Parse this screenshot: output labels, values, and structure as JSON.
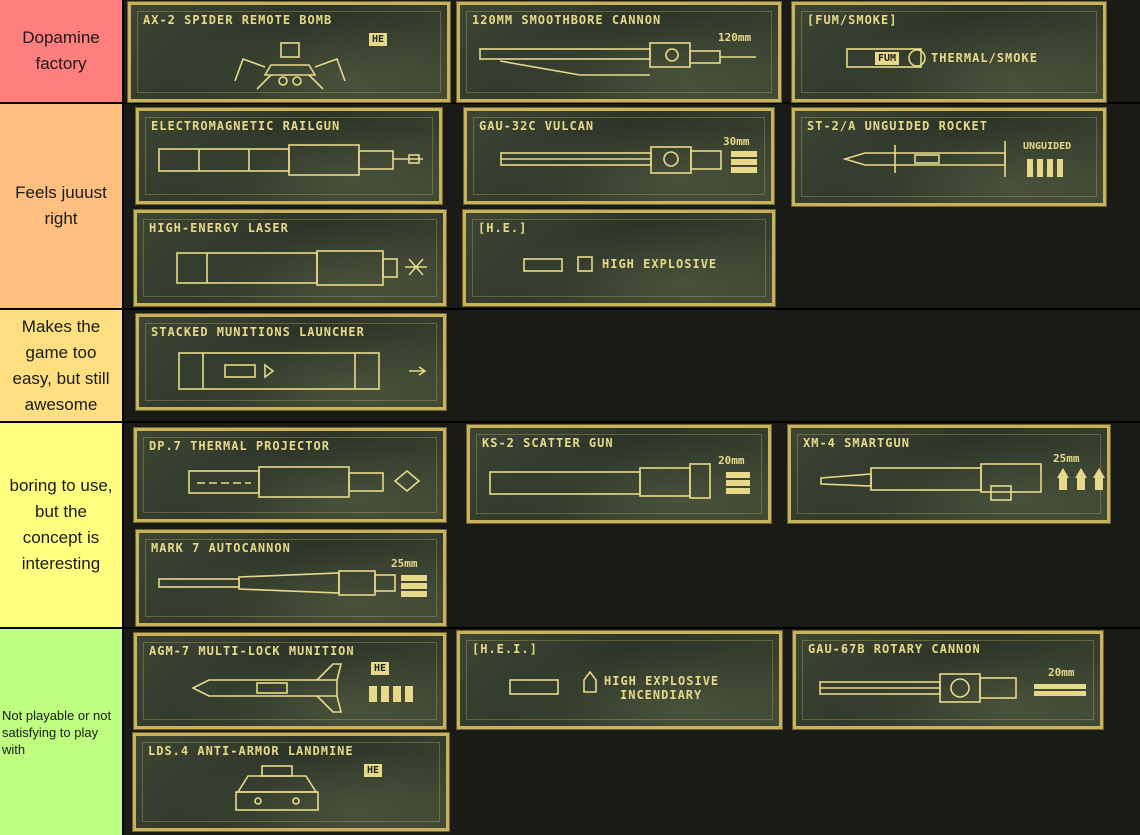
{
  "tiers": [
    {
      "label": "Dopamine factory",
      "color": "#ff7f7f"
    },
    {
      "label": "Feels juuust right",
      "color": "#ffbf7f"
    },
    {
      "label": "Makes the game too easy, but still awesome",
      "color": "#ffdf80"
    },
    {
      "label": "boring to use, but the concept is interesting",
      "color": "#ffff7f"
    },
    {
      "label": "Not playable or not satisfying to play with",
      "color": "#bfff7f"
    }
  ],
  "cards": {
    "spider_bomb": {
      "title": "AX-2 Spider Remote Bomb",
      "badge": "HE"
    },
    "smoothbore": {
      "title": "120mm Smoothbore Cannon",
      "caliber": "120mm"
    },
    "fum_smoke": {
      "title": "[FUM/SMOKE]",
      "text": "THERMAL/SMOKE",
      "tag": "FUM"
    },
    "railgun": {
      "title": "Electromagnetic Railgun"
    },
    "vulcan": {
      "title": "GAU-32C Vulcan",
      "caliber": "30mm"
    },
    "rocket": {
      "title": "ST-2/A Unguided Rocket",
      "text": "UNGUIDED"
    },
    "laser": {
      "title": "High-Energy Laser"
    },
    "he": {
      "title": "[H.E.]",
      "text": "HIGH EXPLOSIVE"
    },
    "stacked": {
      "title": "Stacked Munitions Launcher"
    },
    "thermal": {
      "title": "DP.7 Thermal Projector"
    },
    "scatter": {
      "title": "KS-2 Scatter Gun",
      "caliber": "20mm"
    },
    "smartgun": {
      "title": "XM-4 Smartgun",
      "caliber": "25mm"
    },
    "autocannon": {
      "title": "Mark 7 Autocannon",
      "caliber": "25mm"
    },
    "multilock": {
      "title": "AGM-7 Multi-Lock Munition",
      "badge": "HE"
    },
    "hei": {
      "title": "[H.E.I.]",
      "text1": "HIGH EXPLOSIVE",
      "text2": "INCENDIARY"
    },
    "rotary": {
      "title": "GAU-67B Rotary Cannon",
      "caliber": "20mm"
    },
    "landmine": {
      "title": "LDS.4 Anti-Armor Landmine",
      "badge": "HE"
    }
  }
}
